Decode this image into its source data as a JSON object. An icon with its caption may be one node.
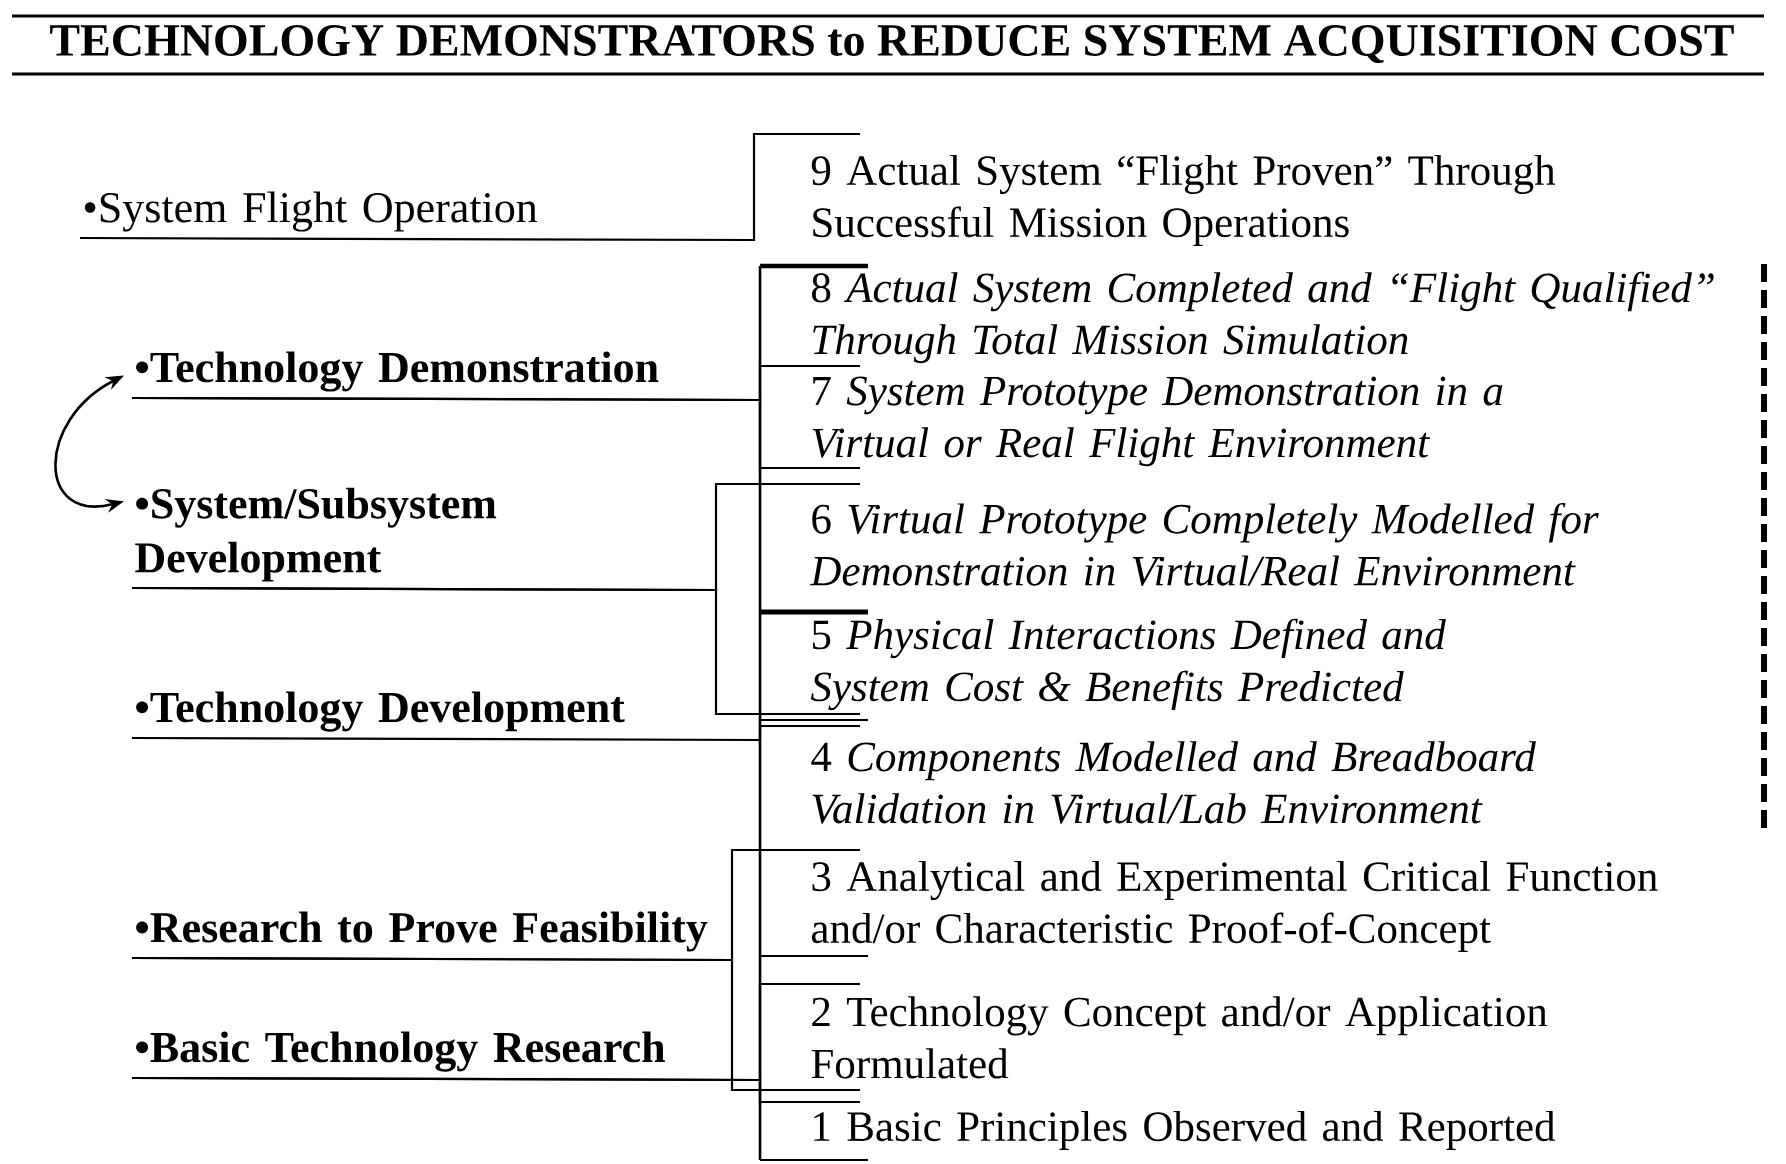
{
  "diagram": {
    "title": "TECHNOLOGY DEMONSTRATORS to REDUCE SYSTEM ACQUISITION COST",
    "nodes": [
      {
        "text": [
          "•System Flight Operation"
        ]
      },
      {
        "text": [
          "•Technology Demonstration"
        ]
      },
      {
        "text": [
          "•System/Subsystem Development"
        ]
      },
      {
        "text": [
          "•Technology Development"
        ]
      },
      {
        "text": [
          "•Research to Prove Feasibility"
        ]
      },
      {
        "text": [
          "•Basic Technology Research"
        ]
      },
      {
        "text": [
          "9 Actual System “Flight Proven” Through Successful Mission Operations"
        ]
      },
      {
        "text": [
          "8 *Actual System Completed and “Flight Qualified” Through Total Mission Simulation*"
        ]
      },
      {
        "text": [
          "7 *System Prototype Demonstration in a Virtual or Real Flight Environment*"
        ]
      },
      {
        "text": [
          "6 *Virtual Prototype Completely Modelled for Demonstration in Virtual/Real Environment*"
        ]
      },
      {
        "text": [
          "5 *Physical Interactions Defined and System Cost & Benefits Predicted*"
        ]
      },
      {
        "text": [
          "4 *Components Modelled and Breadboard Validation in Virtual/Lab Environment*"
        ]
      },
      {
        "text": [
          "3 Analytical and Experimental Critical Function and/or Characteristic Proof-of-Concept"
        ]
      },
      {
        "text": [
          "2 Technology Concept and/or Application Formulated"
        ]
      },
      {
        "text": [
          "1 Basic Principles Observed and Reported"
        ]
      }
    ],
    "edges": [
      {
        "from": 0,
        "to": 6,
        "arrow": "none"
      },
      {
        "from": 1,
        "to": 7,
        "arrow": "none"
      },
      {
        "from": 1,
        "to": 8,
        "arrow": "none"
      },
      {
        "from": 2,
        "to": 9,
        "arrow": "none"
      },
      {
        "from": 2,
        "to": 10,
        "arrow": "none"
      },
      {
        "from": 3,
        "to": 11,
        "arrow": "none"
      },
      {
        "from": 4,
        "to": 12,
        "arrow": "none"
      },
      {
        "from": 4,
        "to": 13,
        "arrow": "none"
      },
      {
        "from": 5,
        "to": 13,
        "arrow": "none"
      },
      {
        "from": 5,
        "to": 14,
        "arrow": "none"
      },
      {
        "from": 1,
        "to": 2,
        "arrow": "both"
      }
    ]
  }
}
